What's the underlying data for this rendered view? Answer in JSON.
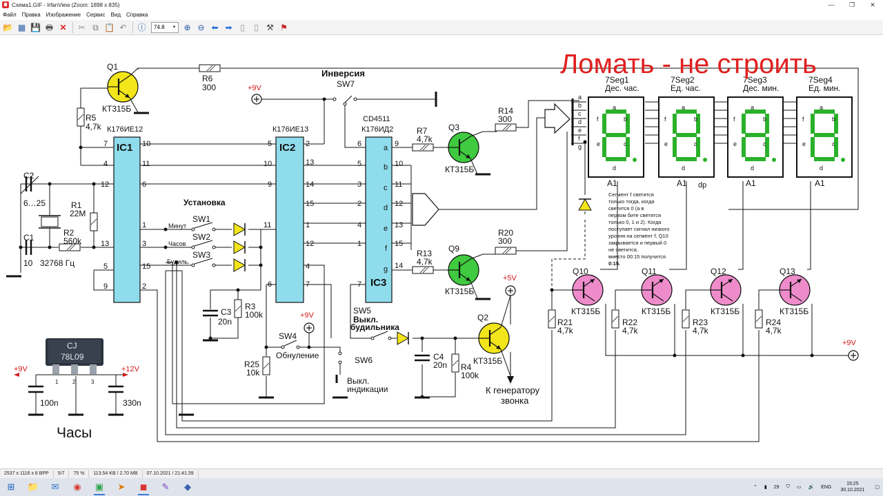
{
  "window": {
    "title": "Схема1.GIF - IrfanView (Zoom: 1898 x 835)",
    "buttons": {
      "minimize": "—",
      "maximize": "❐",
      "close": "✕"
    }
  },
  "menu": [
    "Файл",
    "Правка",
    "Изображение",
    "Сервис",
    "Вид",
    "Справка"
  ],
  "toolbar": {
    "zoom_value": "74.8",
    "icons": [
      "open-icon",
      "slideshow-icon",
      "save-icon",
      "print-icon",
      "delete-icon",
      "cut-icon",
      "copy-icon",
      "paste-icon",
      "undo-icon",
      "info-icon",
      "zoom-in-icon",
      "zoom-out-icon",
      "prev-icon",
      "next-icon",
      "first-icon",
      "last-icon",
      "settings-icon",
      "exit-icon"
    ]
  },
  "overlay": {
    "title": "Ломать - не строить"
  },
  "schematic": {
    "chips": {
      "ic1": {
        "ref": "IC1",
        "part": "К176ИЕ12",
        "pins_left": [
          "7",
          "4",
          "12",
          "13",
          "5",
          "9"
        ],
        "pins_right": [
          "10",
          "11",
          "6",
          "1",
          "3",
          "15",
          "2"
        ]
      },
      "ic2": {
        "ref": "IC2",
        "part": "К176ИЕ13",
        "pins_left": [
          "5",
          "10",
          "9",
          "11",
          "6"
        ],
        "pins_right": [
          "2",
          "13",
          "14",
          "15",
          "1",
          "12",
          "4",
          "7"
        ]
      },
      "ic3": {
        "ref": "IC3",
        "part": "К176ИД2",
        "part_alt": "CD4511",
        "pins_left": [
          "6",
          "5",
          "3",
          "2",
          "4",
          "1",
          "7"
        ],
        "pins_right": [
          "9",
          "10",
          "11",
          "12",
          "13",
          "15",
          "14"
        ],
        "segs": [
          "a",
          "b",
          "c",
          "d",
          "e",
          "f",
          "g"
        ]
      }
    },
    "transistors": {
      "q1": {
        "ref": "Q1",
        "type": "КТ315Б"
      },
      "q3": {
        "ref": "Q3",
        "type": "КТ315Б"
      },
      "q9": {
        "ref": "Q9",
        "type": "КТ315Б"
      },
      "q2": {
        "ref": "Q2",
        "type": "КТ315Б"
      },
      "q10": {
        "ref": "Q10",
        "type": "КТ315Б"
      },
      "q11": {
        "ref": "Q11",
        "type": "КТ315Б"
      },
      "q12": {
        "ref": "Q12",
        "type": "КТ315Б"
      },
      "q13": {
        "ref": "Q13",
        "type": "КТ315Б"
      }
    },
    "resistors": {
      "r6": {
        "ref": "R6",
        "value": "300"
      },
      "r5": {
        "ref": "R5",
        "value": "4,7k"
      },
      "r1": {
        "ref": "R1",
        "value": "22M"
      },
      "r2": {
        "ref": "R2",
        "value": "560k"
      },
      "r7": {
        "ref": "R7",
        "value": "4,7k"
      },
      "r14": {
        "ref": "R14",
        "value": "300"
      },
      "r13": {
        "ref": "R13",
        "value": "4,7k"
      },
      "r20": {
        "ref": "R20",
        "value": "300"
      },
      "r3": {
        "ref": "R3",
        "value": "100k"
      },
      "r25": {
        "ref": "R25",
        "value": "10k"
      },
      "r4": {
        "ref": "R4",
        "value": "100k"
      },
      "r21": {
        "ref": "R21",
        "value": "4,7k"
      },
      "r22": {
        "ref": "R22",
        "value": "4,7k"
      },
      "r23": {
        "ref": "R23",
        "value": "4,7k"
      },
      "r24": {
        "ref": "R24",
        "value": "4,7k"
      }
    },
    "capacitors": {
      "c2": {
        "ref": "C2",
        "value": "6…25"
      },
      "c1": {
        "ref": "C1",
        "value": "10"
      },
      "c3": {
        "ref": "C3",
        "value": "20n"
      },
      "c4": {
        "ref": "C4",
        "value": "20n"
      },
      "c5": {
        "value": "100n"
      },
      "c6": {
        "value": "330n"
      }
    },
    "switches": {
      "sw1": {
        "ref": "SW1",
        "label": "Минут"
      },
      "sw2": {
        "ref": "SW2",
        "label": "Часов"
      },
      "sw3": {
        "ref": "SW3",
        "label": "Будиль."
      },
      "sw4": {
        "ref": "SW4",
        "label": "Обнуление"
      },
      "sw5": {
        "ref": "SW5",
        "label1": "Выкл.",
        "label2": "будильника"
      },
      "sw6": {
        "ref": "SW6",
        "label1": "Выкл.",
        "label2": "индикации"
      },
      "sw7": {
        "ref": "SW7",
        "label": "Инверсия"
      }
    },
    "labels": {
      "crystal": "32768 Гц",
      "setup": "Установка",
      "plus9_top": "+9V",
      "plus9_mid": "+9V",
      "plus5": "+5V",
      "plus9_right": "+9V",
      "plus9_reg": "+9V",
      "plus12_reg": "+12V",
      "gen_line1": "К генератору",
      "gen_line2": "звонка",
      "clock": "Часы",
      "reg_part": "78L09",
      "reg_mark": "CJ",
      "reg_pins": [
        "1",
        "2",
        "3"
      ],
      "dp": "dp"
    },
    "displays": [
      {
        "ref": "7Seg1",
        "desc": "Дес. час.",
        "anode": "A1"
      },
      {
        "ref": "7Seg2",
        "desc": "Ед. час.",
        "anode": "A1"
      },
      {
        "ref": "7Seg3",
        "desc": "Дес. мин.",
        "anode": "A1"
      },
      {
        "ref": "7Seg4",
        "desc": "Ед. мин.",
        "anode": "A1"
      }
    ],
    "note": [
      "Сегмент f светится",
      "только тогда, когда",
      "светится 0 (а в",
      "первом бите светятся",
      "только 0, 1 и 2). Когда",
      "поступает сигнал низкого",
      "уровня на сегмент f, Q10",
      "закрывается и первый 0",
      "не светится,",
      "вместо 00:15 получится",
      "0:15."
    ]
  },
  "status": [
    "2537 x 1116 x 8 BPP",
    "5/7",
    "75 %",
    "113.54 KB / 2.70 MB",
    "07.10.2021 / 21:41:39"
  ],
  "taskbar": {
    "apps": [
      "start-icon",
      "explorer-icon",
      "mail-icon",
      "chrome-icon",
      "camtasia-icon",
      "cursor-icon",
      "recorder-icon",
      "draw-icon",
      "vpn-icon"
    ],
    "tray": {
      "badge": "29",
      "lang": "ENG",
      "time": "15:25",
      "date": "30.10.2021"
    }
  }
}
